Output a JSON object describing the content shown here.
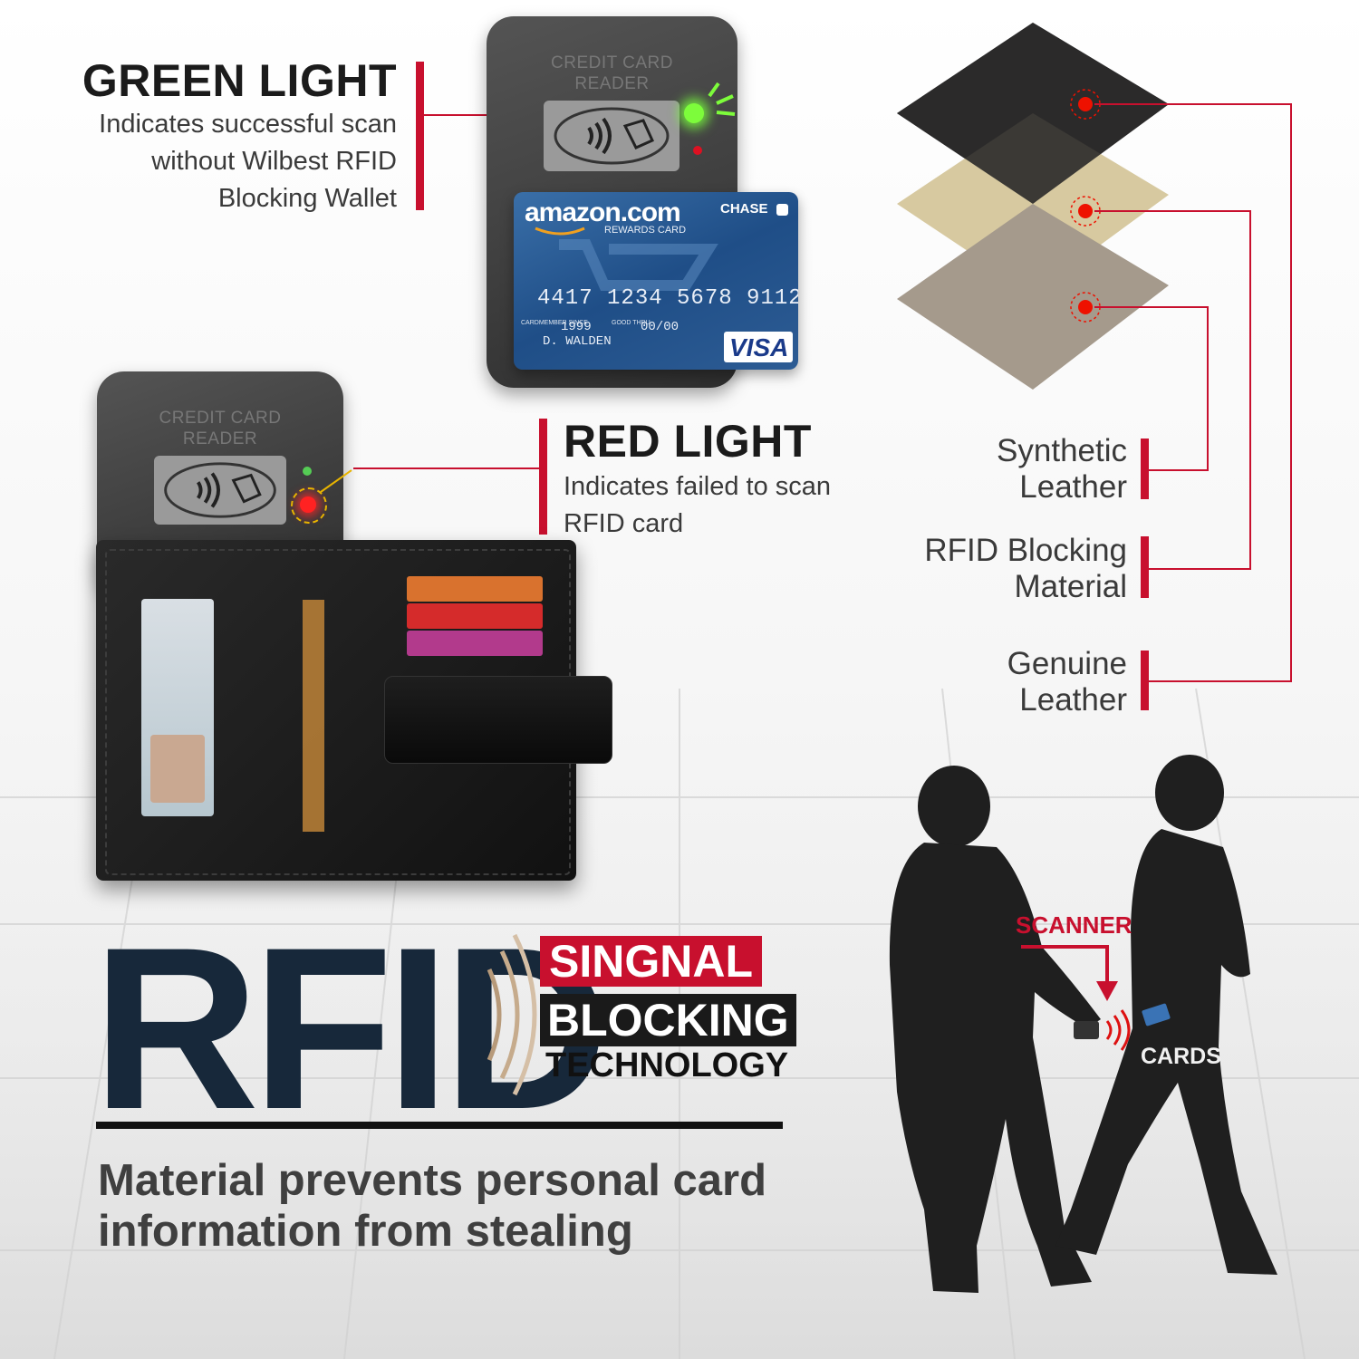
{
  "green_light": {
    "title": "GREEN LIGHT",
    "desc_lines": [
      "Indicates successful scan",
      "without Wilbest RFID",
      "Blocking Wallet"
    ]
  },
  "red_light": {
    "title": "RED LIGHT",
    "desc_lines": [
      "Indicates failed to scan",
      "RFID card"
    ]
  },
  "reader": {
    "label_line1": "CREDIT CARD",
    "label_line2": "READER"
  },
  "credit_card": {
    "brand": "amazon.com",
    "subtitle": "REWARDS CARD",
    "issuer": "CHASE",
    "number": "4417 1234 5678 9112",
    "member_since_label": "CARDMEMBER SINCE",
    "member_since": "1999",
    "good_thru_label": "GOOD THRU",
    "good_thru": "00/00",
    "holder": "D. WALDEN",
    "network": "VISA"
  },
  "layers": {
    "items": [
      {
        "line1": "Synthetic",
        "line2": "Leather"
      },
      {
        "line1": "RFID Blocking",
        "line2": "Material"
      },
      {
        "line1": "Genuine",
        "line2": "Leather"
      }
    ]
  },
  "headline": {
    "rfid": "RFID",
    "signal": "SINGNAL",
    "blocking": "BLOCKING",
    "technology": "TECHNOLOGY"
  },
  "tagline": {
    "line1": "Material prevents personal card",
    "line2": "information from stealing"
  },
  "scene": {
    "scanner_label": "SCANNER",
    "cards_label": "CARDS"
  },
  "colors": {
    "accent_red": "#c8102e",
    "rfid_navy": "#17283a",
    "silhouette": "#1f1f1f"
  }
}
